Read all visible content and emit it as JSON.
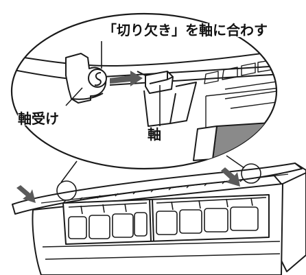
{
  "labels": {
    "notch_instruction": "「切り欠き」を軸に合わす",
    "bearing": "軸受け",
    "axis": "軸"
  },
  "colors": {
    "line": "#1a1a1a",
    "arrow": "#5a5a5a",
    "shade": "#8a8a8a",
    "background": "#ffffff"
  }
}
